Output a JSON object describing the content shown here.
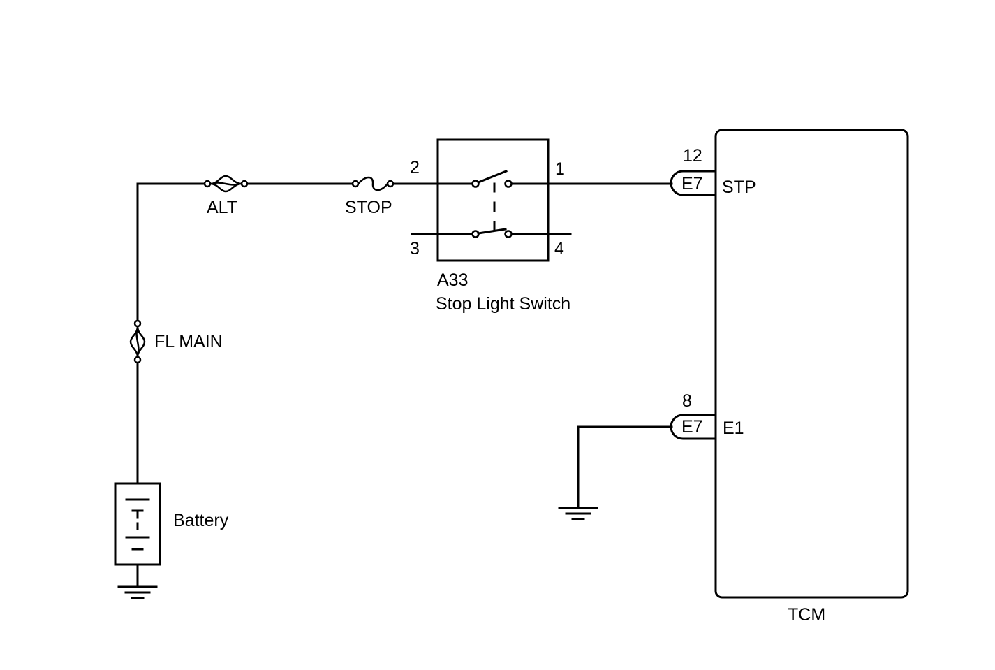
{
  "fuses": {
    "alt": "ALT",
    "stop": "STOP",
    "fl_main": "FL MAIN"
  },
  "battery": {
    "label": "Battery"
  },
  "stop_light_switch": {
    "code": "A33",
    "name": "Stop Light Switch",
    "pins": {
      "p1": "1",
      "p2": "2",
      "p3": "3",
      "p4": "4"
    }
  },
  "tcm": {
    "label": "TCM",
    "connectors": [
      {
        "pin": "12",
        "code": "E7",
        "signal": "STP"
      },
      {
        "pin": "8",
        "code": "E7",
        "signal": "E1"
      }
    ]
  }
}
